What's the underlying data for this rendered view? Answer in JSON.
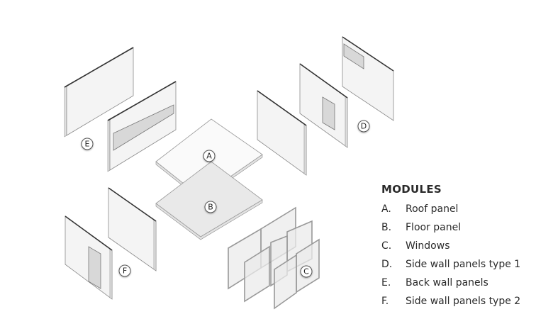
{
  "diagram_labels": {
    "a": "A",
    "b": "B",
    "c": "C",
    "d": "D",
    "e": "E",
    "f": "F"
  },
  "legend": {
    "title": "MODULES",
    "items": [
      {
        "letter": "A.",
        "label": "Roof panel"
      },
      {
        "letter": "B.",
        "label": "Floor panel"
      },
      {
        "letter": "C.",
        "label": "Windows"
      },
      {
        "letter": "D.",
        "label": "Side wall panels type 1"
      },
      {
        "letter": "E.",
        "label": "Back wall panels"
      },
      {
        "letter": "F.",
        "label": "Side wall panels type 2"
      }
    ]
  }
}
